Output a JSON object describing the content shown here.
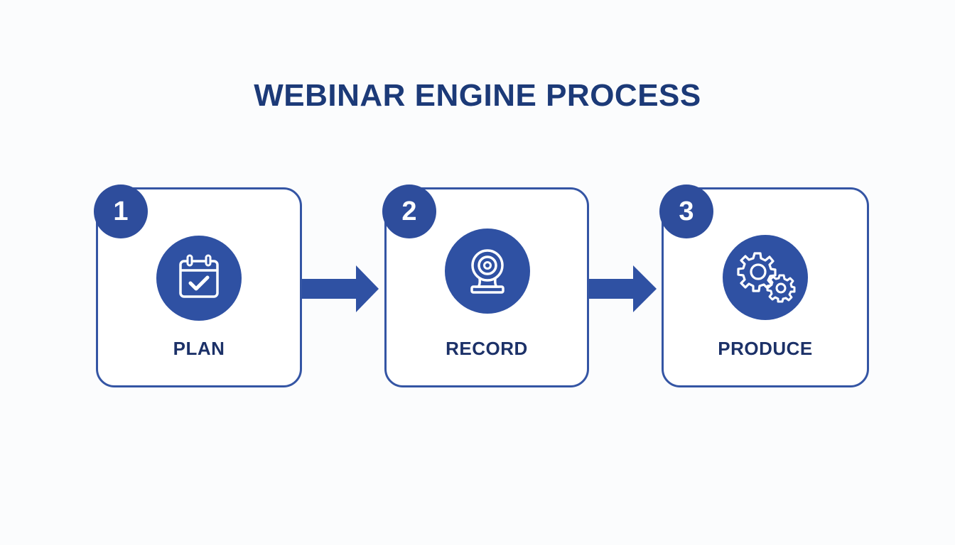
{
  "title": "WEBINAR ENGINE PROCESS",
  "colors": {
    "primary": "#2f51a3",
    "title": "#1c3a78",
    "label": "#1c3168"
  },
  "steps": [
    {
      "number": "1",
      "label": "PLAN",
      "icon": "calendar-check-icon"
    },
    {
      "number": "2",
      "label": "RECORD",
      "icon": "webcam-icon"
    },
    {
      "number": "3",
      "label": "PRODUCE",
      "icon": "gears-icon"
    }
  ]
}
